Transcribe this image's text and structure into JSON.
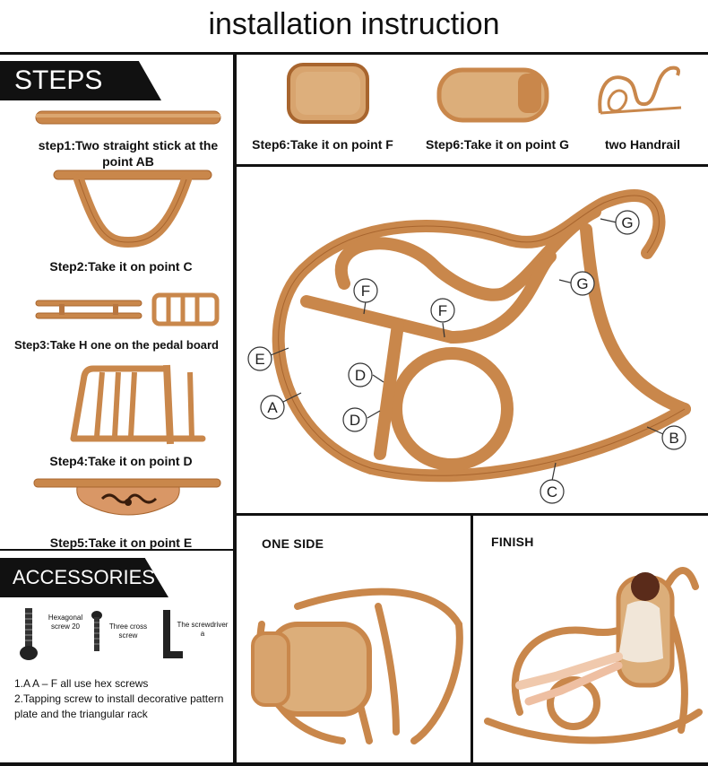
{
  "title": "installation instruction",
  "steps_header": "STEPS",
  "steps": [
    {
      "text": "step1:Two straight stick at the point AB"
    },
    {
      "text": "Step2:Take it on point C"
    },
    {
      "text": "Step3:Take H one on the pedal board"
    },
    {
      "text": "Step4:Take it on point D"
    },
    {
      "text": "Step5:Take it on point E"
    }
  ],
  "accessories_header": "ACCESSORIES",
  "accessories": [
    {
      "label": "Hexagonal screw 20"
    },
    {
      "label": "Three cross screw"
    },
    {
      "label": "The screwdriver a"
    }
  ],
  "notes": [
    "1.A A – F all use hex screws",
    "2.Tapping screw to install decorative pattern plate and the triangular rack"
  ],
  "top_parts": [
    {
      "text": "Step6:Take it on point F"
    },
    {
      "text": "Step6:Take it on point G"
    },
    {
      "text": "two Handrail"
    }
  ],
  "point_labels": [
    "G",
    "G",
    "F",
    "F",
    "E",
    "D",
    "A",
    "D",
    "B",
    "C"
  ],
  "panels": {
    "one_side": "ONE SIDE",
    "finish": "FINISH"
  },
  "colors": {
    "rattan": "#c9874b",
    "rattan_dark": "#a8652e",
    "line": "#111111"
  }
}
